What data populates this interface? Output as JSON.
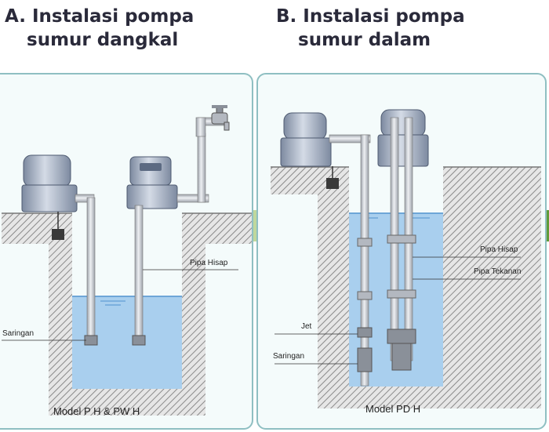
{
  "titles": {
    "a_line1": "A. Instalasi pompa",
    "a_line2": "sumur dangkal",
    "b_line1": "B. Instalasi pompa",
    "b_line2": "sumur dalam"
  },
  "labels_a": {
    "suction_pipe": "Pipa Hisap",
    "strainer": "Saringan",
    "model": "Model P H & PW H"
  },
  "labels_b": {
    "suction_pipe": "Pipa Hisap",
    "pressure_pipe": "Pipa Tekanan",
    "jet": "Jet",
    "strainer": "Saringan",
    "model": "Model PD H"
  },
  "colors": {
    "water": "#a9cfee",
    "water_surface": "#6ea6d8",
    "ground_hatch": "#8a8a8a",
    "pipe": "#c9ccd2",
    "tank": "#aab5c6",
    "border": "#8fbfc2"
  }
}
